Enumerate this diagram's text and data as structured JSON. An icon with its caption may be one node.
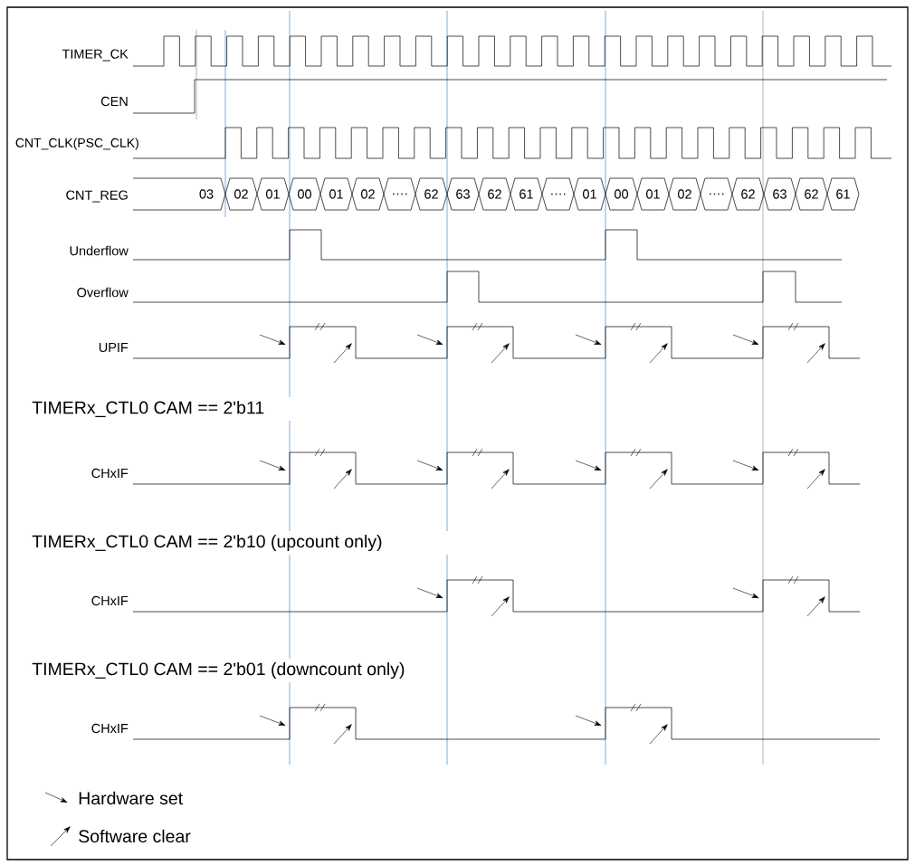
{
  "diagram": {
    "labels": [
      "TIMER_CK",
      "CEN",
      "CNT_CLK(PSC_CLK)",
      "CNT_REG",
      "03",
      "02",
      "01",
      "00",
      "01",
      "02",
      "….",
      "62",
      "63",
      "62",
      "61",
      "….",
      "01",
      "00",
      "01",
      "02",
      "….",
      "62",
      "63",
      "62",
      "61",
      "Underflow",
      "Overflow",
      "UPIF",
      "TIMERx_CTL0 CAM == 2'b11",
      "CHxIF",
      "TIMERx_CTL0 CAM == 2'b10 (upcount only)",
      "CHxIF",
      "TIMERx_CTL0 CAM == 2'b01 (downcount only)",
      "CHxIF"
    ],
    "legend": [
      {
        "text": "Hardware set"
      },
      {
        "text": "Software clear"
      }
    ]
  }
}
